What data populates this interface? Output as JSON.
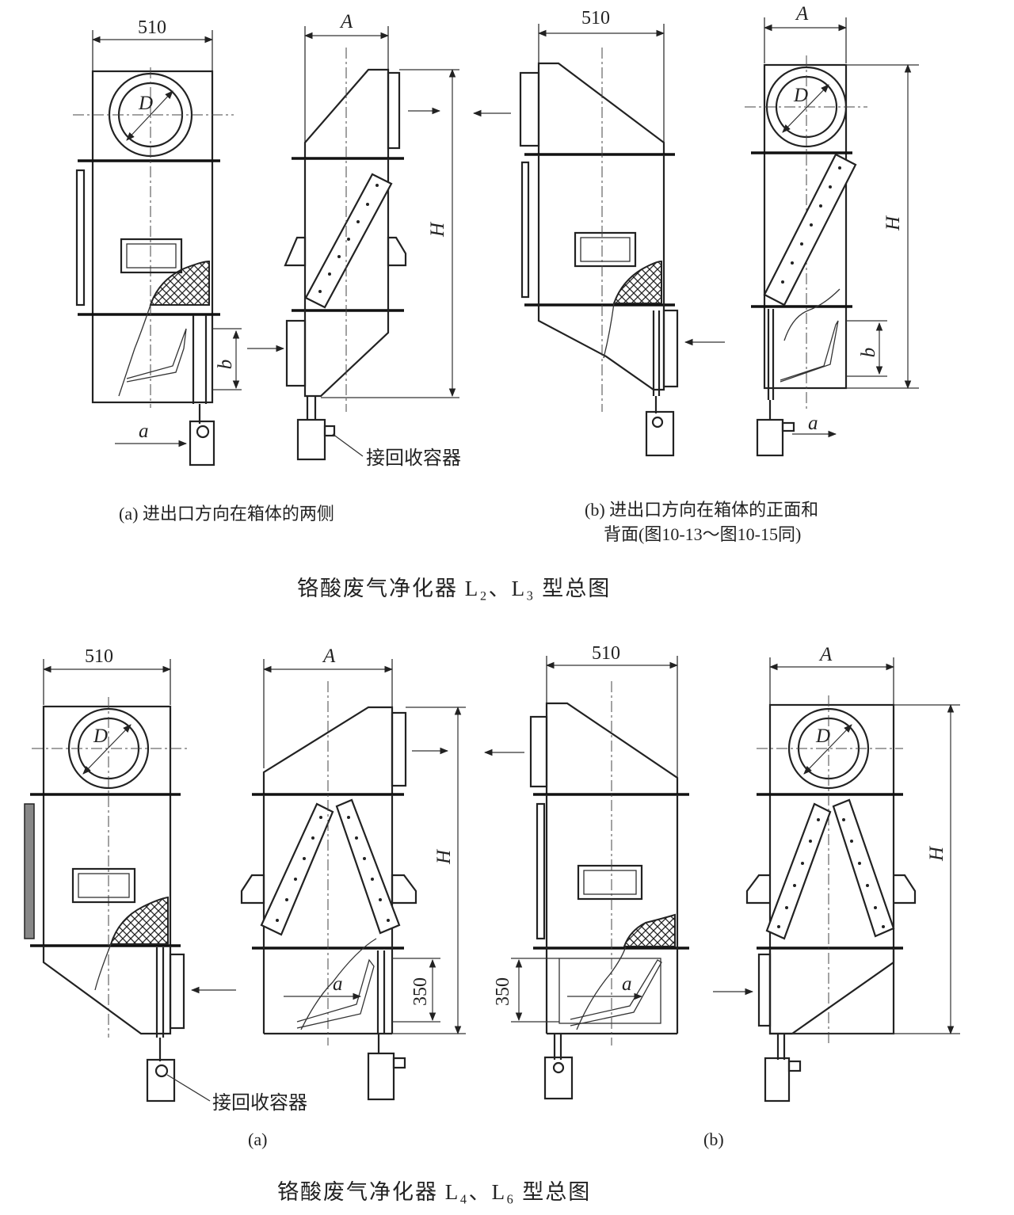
{
  "top": {
    "dims": {
      "width": "510",
      "A": "A",
      "D": "D",
      "H": "H",
      "b": "b",
      "a": "a"
    },
    "callout": "接回收容器",
    "caption_a": "(a) 进出口方向在箱体的两侧",
    "caption_b_line1": "(b) 进出口方向在箱体的正面和",
    "caption_b_line2": "背面(图10-13～图10-15同)",
    "title": "铬酸废气净化器 L₂、L₃ 型总图"
  },
  "bottom": {
    "dims": {
      "width": "510",
      "A": "A",
      "D": "D",
      "H": "H",
      "h350": "350",
      "a": "a"
    },
    "callout": "接回收容器",
    "caption_a": "(a)",
    "caption_b": "(b)",
    "title": "铬酸废气净化器 L₄、L₆ 型总图"
  }
}
